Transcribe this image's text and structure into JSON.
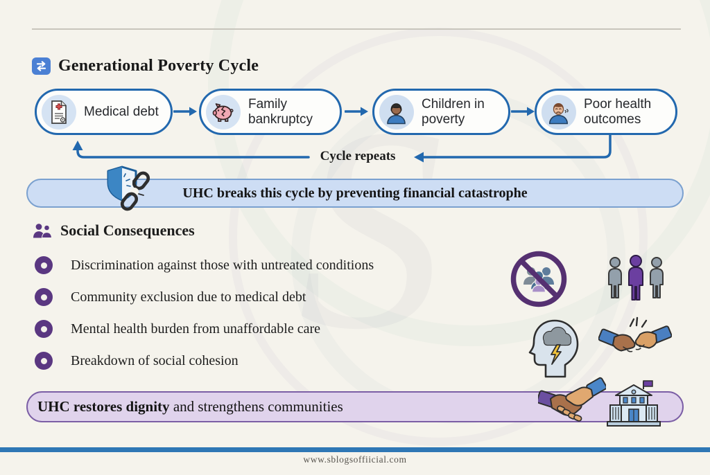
{
  "page": {
    "background": "#f5f3ec",
    "footer_url": "www.sblogsoffiicial.com"
  },
  "colors": {
    "cycle_blue": "#2268ae",
    "break_banner_fill": "#cdddf4",
    "break_banner_border": "#7aa0cf",
    "accent_purple": "#5a3781",
    "restore_banner_fill": "#e0d3ec",
    "restore_banner_border": "#7b5ea5",
    "footer_bar_blue": "#2e77b5"
  },
  "cycle": {
    "icon": "repeat-icon",
    "title": "Generational Poverty Cycle",
    "nodes": [
      {
        "label": "Medical debt",
        "icon": "medical-bill-icon"
      },
      {
        "label": "Family bankruptcy",
        "icon": "broken-piggy-bank-icon"
      },
      {
        "label": "Children in poverty",
        "icon": "child-icon"
      },
      {
        "label": "Poor health outcomes",
        "icon": "sick-person-icon"
      }
    ],
    "repeat_label": "Cycle repeats"
  },
  "break_banner": {
    "icon": "shield-broken-chain-icon",
    "text": "UHC breaks this cycle by preventing financial catastrophe"
  },
  "social": {
    "icon": "people-icon",
    "title": "Social Consequences",
    "items": [
      {
        "text": "Discrimination against those with untreated conditions",
        "icon": "no-group-icon"
      },
      {
        "text": "Community exclusion due to medical debt",
        "icon": "excluded-person-icon"
      },
      {
        "text": "Mental health burden from unaffordable care",
        "icon": "mind-storm-icon"
      },
      {
        "text": "Breakdown of social cohesion",
        "icon": "broken-handshake-icon"
      }
    ]
  },
  "restore_banner": {
    "text_bold": "UHC restores dignity",
    "text_rest": " and strengthens communities",
    "icons": [
      "handshake-icon",
      "institution-icon"
    ]
  }
}
